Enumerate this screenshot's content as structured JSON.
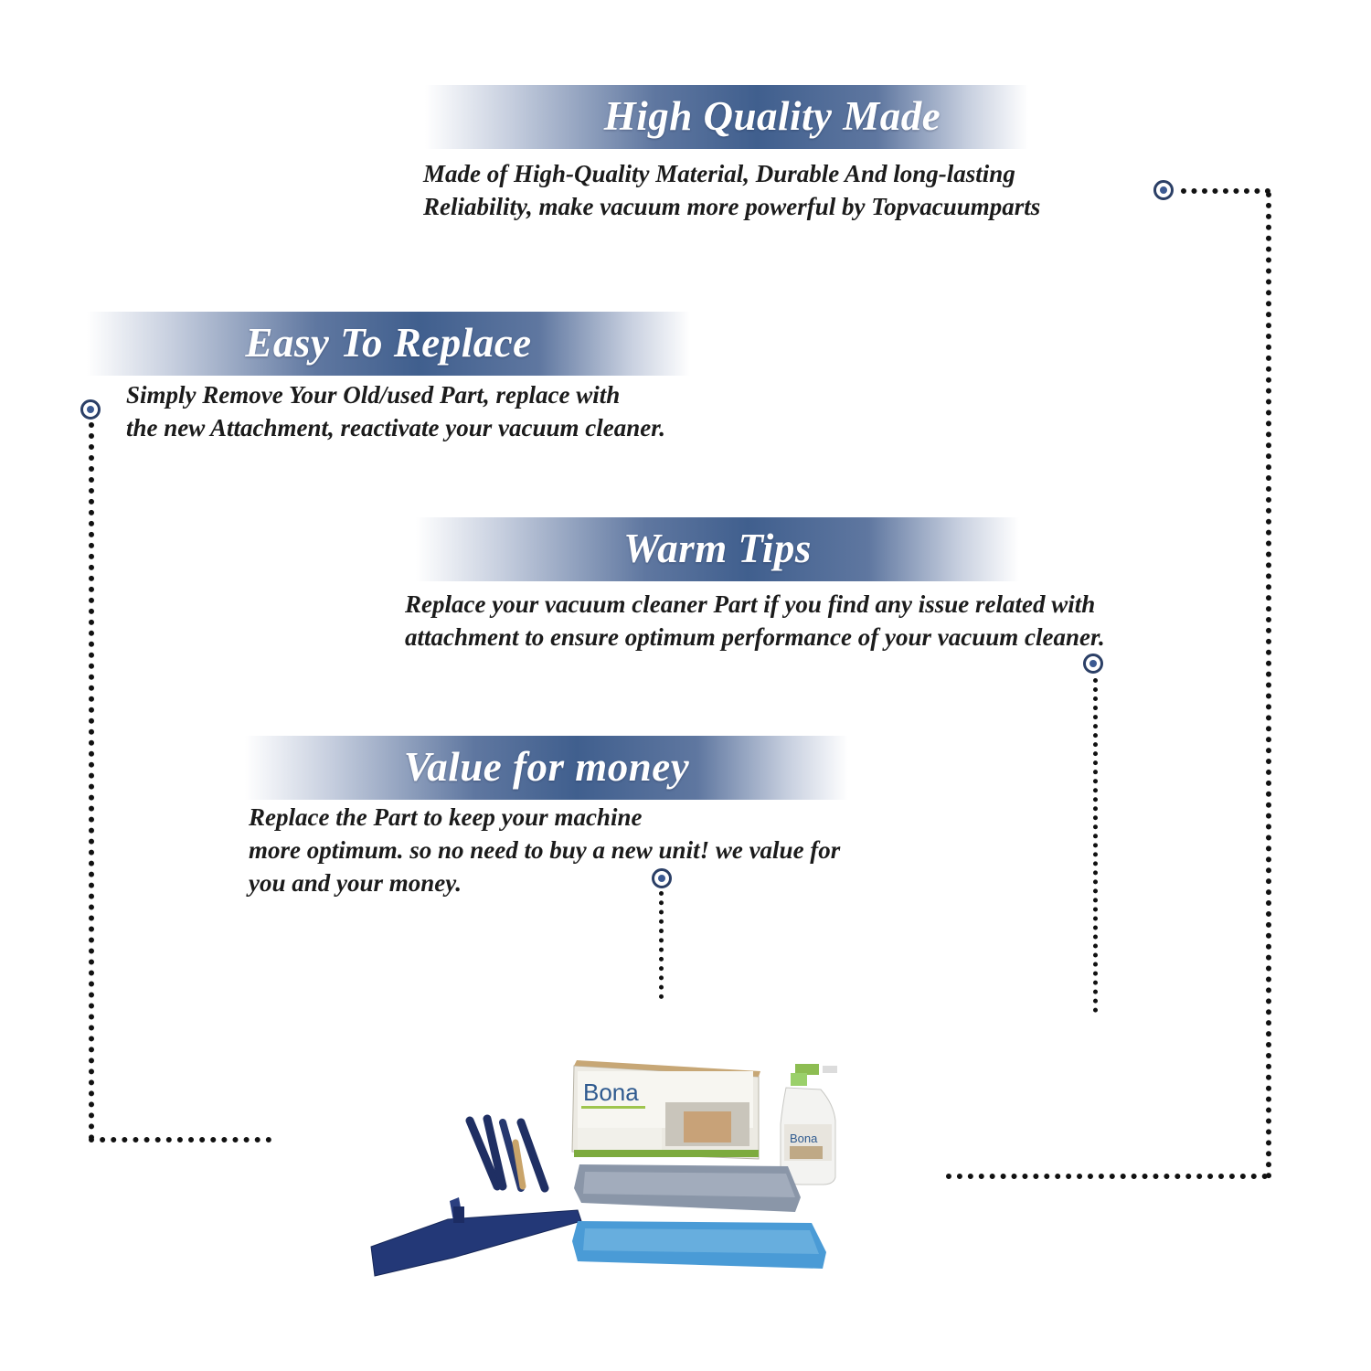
{
  "sections": {
    "high_quality": {
      "title": "High Quality Made",
      "lines": [
        "Made of  High-Quality Material, Durable And long-lasting",
        "Reliability, make vacuum more powerful by Topvacuumparts"
      ]
    },
    "easy_replace": {
      "title": "Easy To Replace",
      "lines": [
        "Simply Remove Your Old/used Part, replace with",
        "the new Attachment, reactivate your vacuum cleaner."
      ]
    },
    "warm_tips": {
      "title": "Warm Tips",
      "lines": [
        "Replace your vacuum cleaner Part if you find any issue related with",
        " attachment to ensure optimum performance of your vacuum cleaner."
      ]
    },
    "value_money": {
      "title": "Value for money",
      "lines": [
        "Replace the Part to keep your machine",
        "more optimum. so no need to buy a new unit! we value for",
        "you and your money."
      ]
    }
  },
  "product": {
    "brand": "Bona"
  },
  "colors": {
    "banner": "#405f8e",
    "marker": "#3c5a92",
    "dots": "#111111"
  }
}
